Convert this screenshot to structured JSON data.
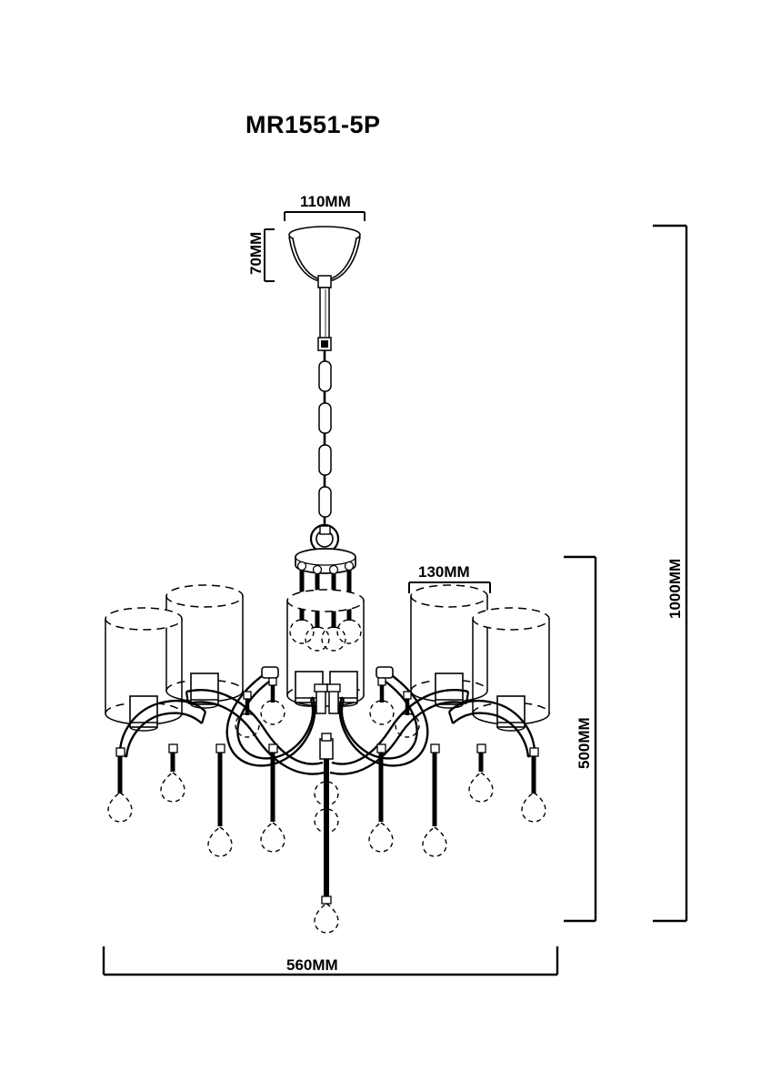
{
  "drawing": {
    "model_title": "MR1551-5P",
    "product_type": "chandelier-technical-drawing",
    "units": "MM",
    "line_color": "#000000",
    "background_color": "#ffffff"
  },
  "dimensions": {
    "canopy_width": "110MM",
    "canopy_height": "70MM",
    "shade_diameter": "130MM",
    "fixture_height": "500MM",
    "total_height": "1000MM",
    "fixture_width": "560MM"
  },
  "labels": [
    {
      "id": "canopy-width",
      "text": "110MM",
      "orientation": "horizontal"
    },
    {
      "id": "canopy-height",
      "text": "70MM",
      "orientation": "vertical"
    },
    {
      "id": "shade-diameter",
      "text": "130MM",
      "orientation": "horizontal"
    },
    {
      "id": "fixture-height",
      "text": "500MM",
      "orientation": "vertical"
    },
    {
      "id": "total-height",
      "text": "1000MM",
      "orientation": "vertical"
    },
    {
      "id": "fixture-width",
      "text": "560MM",
      "orientation": "horizontal"
    }
  ]
}
